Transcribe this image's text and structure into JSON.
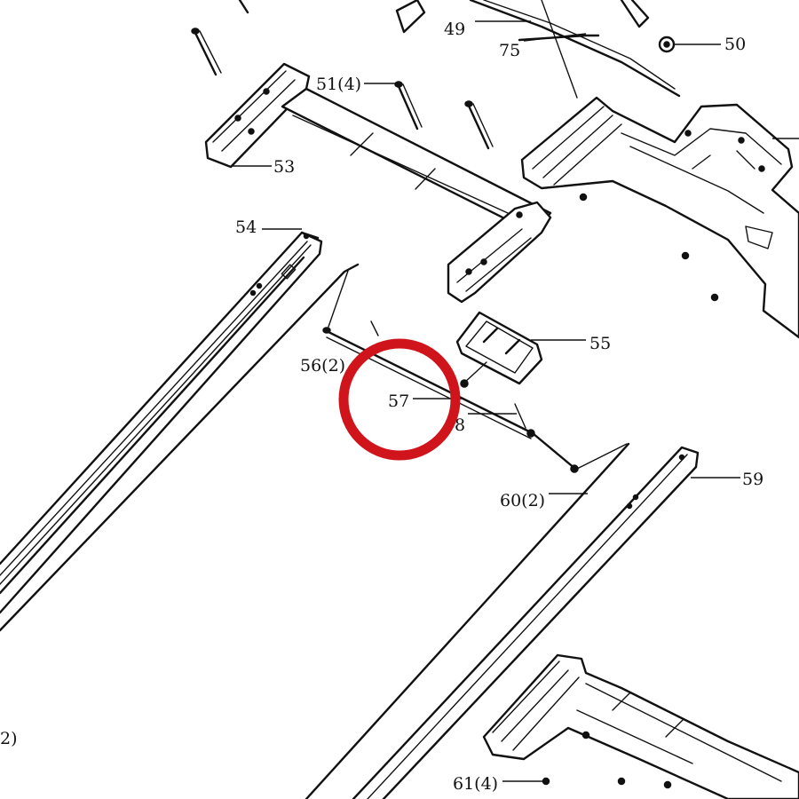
{
  "diagram": {
    "labels": {
      "p49": "49",
      "p75": "75",
      "p50": "50",
      "p51": "51(4)",
      "p53": "53",
      "p54": "54",
      "p55": "55",
      "p56": "56(2)",
      "p57": "57",
      "p58": "8",
      "p59": "59",
      "p60": "60(2)",
      "p61": "61(4)",
      "p62": "2)"
    },
    "highlight_color": "#d0141c"
  }
}
